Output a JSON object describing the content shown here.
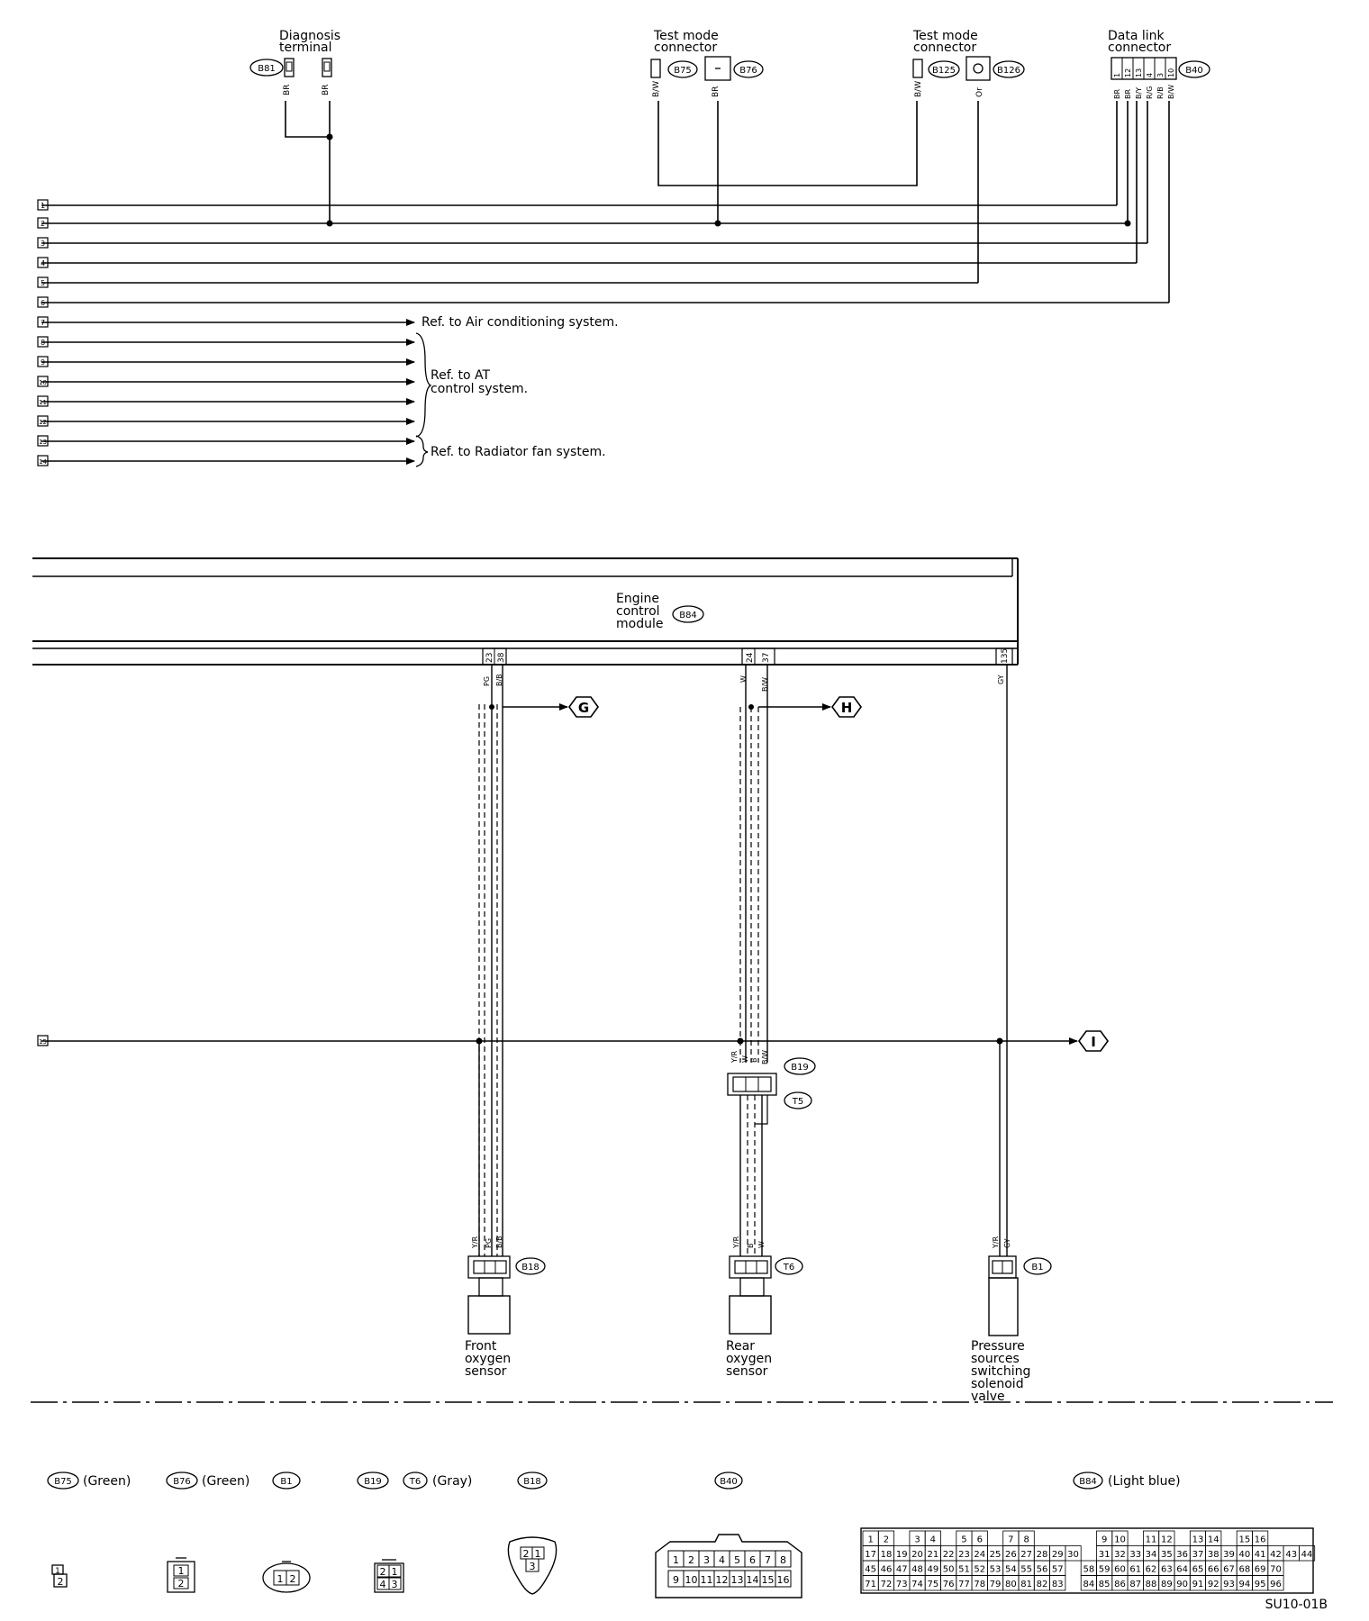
{
  "diagnosis_terminal": {
    "label_line1": "Diagnosis",
    "label_line2": "terminal",
    "code": "B81",
    "wire1": "BR",
    "wire2": "BR"
  },
  "test_mode_1": {
    "label_line1": "Test mode",
    "label_line2": "connector",
    "code_a": "B75",
    "code_b": "B76",
    "wire_a": "B/W",
    "wire_b": "BR"
  },
  "test_mode_2": {
    "label_line1": "Test mode",
    "label_line2": "connector",
    "code_a": "B125",
    "code_b": "B126",
    "wire_a": "B/W",
    "wire_b": "Or"
  },
  "data_link": {
    "label_line1": "Data link",
    "label_line2": "connector",
    "code": "B40",
    "pins": [
      "1",
      "12",
      "13",
      "4",
      "3",
      "10"
    ],
    "wires": [
      "BR",
      "BR",
      "B/Y",
      "R/G",
      "R/B",
      "B/W"
    ]
  },
  "bus_numbers": [
    "1",
    "2",
    "3",
    "4",
    "5",
    "6",
    "7",
    "8",
    "9",
    "10",
    "11",
    "12",
    "13",
    "14"
  ],
  "bus_15": "15",
  "ref_air_conditioning": "Ref. to Air conditioning system.",
  "ref_at_line1": "Ref. to AT",
  "ref_at_line2": "control system.",
  "ref_radiator_fan": "Ref. to Radiator fan system.",
  "ecm": {
    "label_line1": "Engine",
    "label_line2": "control",
    "label_line3": "module",
    "code": "B84",
    "pins": [
      "23",
      "38",
      "24",
      "37",
      "135"
    ],
    "wires": [
      "PG",
      "B/B",
      "W",
      "B/W",
      "GY"
    ]
  },
  "connectors": {
    "g": "G",
    "h": "H",
    "i": "I"
  },
  "b19": {
    "code": "B19",
    "t5": "T5",
    "wires": [
      "Y/R",
      "W",
      "B",
      "B/W"
    ]
  },
  "front_sensor": {
    "line1": "Front",
    "line2": "oxygen",
    "line3": "sensor",
    "code": "B18",
    "wires": [
      "Y/R",
      "PG",
      "B/B"
    ]
  },
  "rear_sensor": {
    "line1": "Rear",
    "line2": "oxygen",
    "line3": "sensor",
    "code": "T6",
    "wires": [
      "Y/R",
      "B",
      "W"
    ]
  },
  "pressure_valve": {
    "line1": "Pressure",
    "line2": "sources",
    "line3": "switching",
    "line4": "solenoid",
    "line5": "valve",
    "code": "B1",
    "wires": [
      "Y/R",
      "GY"
    ]
  },
  "legend": {
    "b75": {
      "code": "B75",
      "color": "(Green)"
    },
    "b76": {
      "code": "B76",
      "color": "(Green)"
    },
    "b1": {
      "code": "B1"
    },
    "b19": {
      "code": "B19",
      "t6": "T6",
      "color": "(Gray)"
    },
    "b18": {
      "code": "B18"
    },
    "b40": {
      "code": "B40"
    },
    "b84": {
      "code": "B84",
      "color": "(Light blue)"
    }
  },
  "pin_sets": {
    "two": [
      "1",
      "2"
    ],
    "four": [
      "2",
      "1",
      "4",
      "3"
    ],
    "three": [
      "2",
      "1",
      "3"
    ],
    "b40_row1": [
      "1",
      "2",
      "3",
      "4",
      "5",
      "6",
      "7",
      "8"
    ],
    "b40_row2": [
      "9",
      "10",
      "11",
      "12",
      "13",
      "14",
      "15",
      "16"
    ]
  },
  "b84_rows": [
    [
      "1",
      "2",
      "",
      "3",
      "4",
      "",
      "5",
      "6",
      "",
      "7",
      "8",
      "",
      "",
      "",
      "",
      "9",
      "10",
      "",
      "11",
      "12",
      "",
      "13",
      "14",
      "",
      "15",
      "16"
    ],
    [
      "17",
      "18",
      "19",
      "20",
      "21",
      "22",
      "23",
      "24",
      "25",
      "26",
      "27",
      "28",
      "29",
      "30",
      "",
      "31",
      "32",
      "33",
      "34",
      "35",
      "36",
      "37",
      "38",
      "39",
      "40",
      "41",
      "42",
      "43",
      "44"
    ],
    [
      "45",
      "46",
      "47",
      "48",
      "49",
      "50",
      "51",
      "52",
      "53",
      "54",
      "55",
      "56",
      "57",
      "",
      "58",
      "59",
      "60",
      "61",
      "62",
      "63",
      "64",
      "65",
      "66",
      "67",
      "68",
      "69",
      "70"
    ],
    [
      "71",
      "72",
      "73",
      "74",
      "75",
      "76",
      "77",
      "78",
      "79",
      "80",
      "81",
      "82",
      "83",
      "",
      "84",
      "85",
      "86",
      "87",
      "88",
      "89",
      "90",
      "91",
      "92",
      "93",
      "94",
      "95",
      "96"
    ]
  ],
  "figure_code": "SU10-01B"
}
